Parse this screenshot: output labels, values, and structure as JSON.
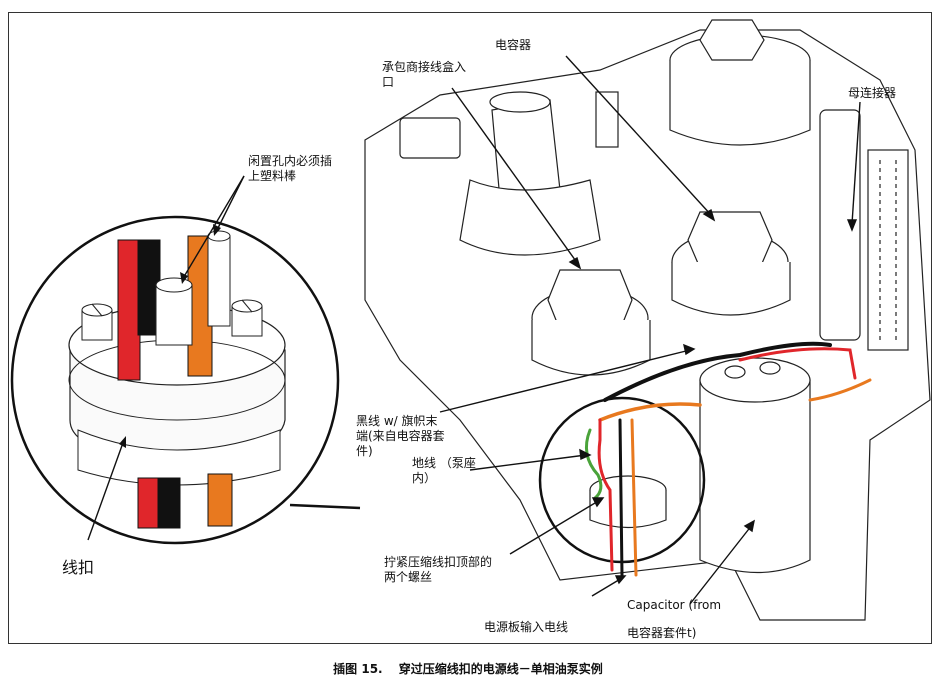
{
  "figure": {
    "caption_prefix": "插图 15.",
    "caption_text": "穿过压缩线扣的电源线－单相油泵实例"
  },
  "labels": {
    "plug_note": "闲置孔内必须插\n上塑料棒",
    "grommet": "线扣",
    "contractor_entry": "承包商接线盒入\n口",
    "capacitor_top": "电容器",
    "female_connector": "母连接器",
    "black_wire": "黑线 w/ 旗帜末\n端(来自电容器套\n件)",
    "ground_wire": "地线 （泵座\n内）",
    "screws": "拧紧压缩线扣顶部的\n两个螺丝",
    "power_input": "电源板输入电线",
    "capacitor_from": "Capacitor (from",
    "capacitor_kit": "电容器套件t)"
  },
  "colors": {
    "red_wire": "#e0262b",
    "orange_wire": "#e8791f",
    "black_wire": "#111111",
    "green_wire": "#4aa33a",
    "line": "#222222"
  }
}
